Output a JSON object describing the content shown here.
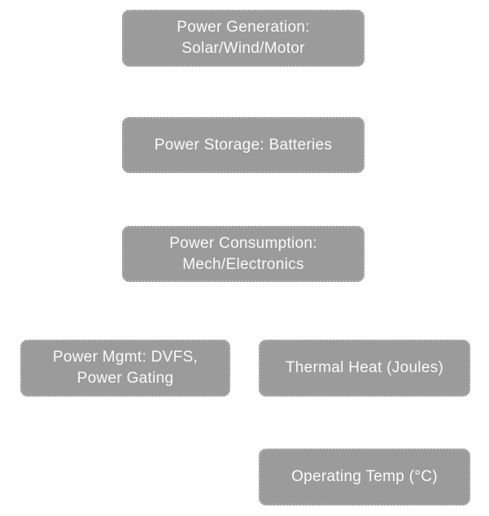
{
  "page": {
    "background": "#ffffff"
  },
  "diagram": {
    "node_fill": "#9b9b9b",
    "node_border": "#b3b3b3",
    "node_text_color": "#fafafa",
    "nodes": [
      {
        "id": "power-generation",
        "label": "Power Generation:\nSolar/Wind/Motor"
      },
      {
        "id": "power-storage",
        "label": "Power Storage: Batteries"
      },
      {
        "id": "power-consumption",
        "label": "Power Consumption:\nMech/Electronics"
      },
      {
        "id": "power-mgmt",
        "label": "Power Mgmt: DVFS,\nPower Gating"
      },
      {
        "id": "thermal-heat",
        "label": "Thermal Heat (Joules)"
      },
      {
        "id": "operating-temp",
        "label": "Operating Temp (°C)"
      }
    ]
  }
}
